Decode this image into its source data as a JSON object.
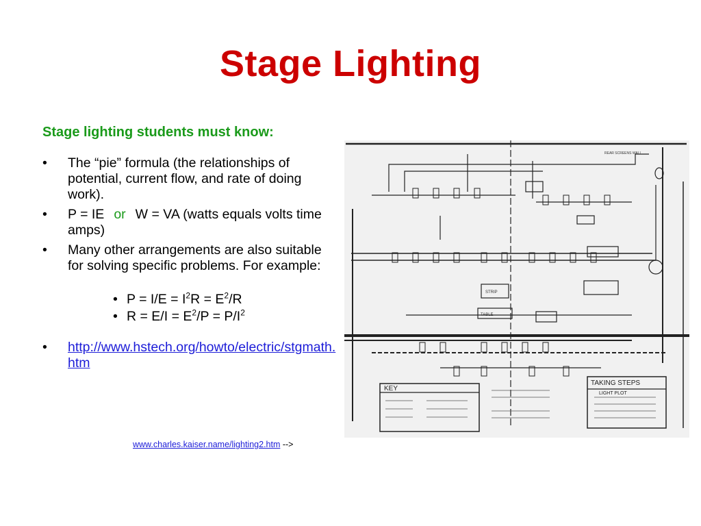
{
  "slide": {
    "title": "Stage Lighting",
    "heading": "Stage lighting students must know:",
    "bullets": [
      {
        "text": "The “pie” formula (the relationships of potential, current flow, and rate of doing work)."
      },
      {
        "pre": "P = IE",
        "or": "or",
        "post": "W = VA (watts equals volts time amps)"
      },
      {
        "text": "Many other arrangements are also suitable for solving specific problems. For example:"
      }
    ],
    "formulas": [
      {
        "parts": [
          "P = I/E = I",
          "2",
          "R = E",
          "2",
          "/R"
        ]
      },
      {
        "parts": [
          "R = E/I = E",
          "2",
          "/P = P/I",
          "2",
          ""
        ]
      }
    ],
    "link": "http://www.hstech.org/howto/electric/stgmath.htm",
    "bullet_char": "•",
    "credit_link": "www.charles.kaiser.name/lighting2.htm",
    "credit_suffix": " -->"
  },
  "drawing": {
    "key_label": "KEY",
    "taking_steps_label": "TAKING STEPS",
    "plot_label": "LIGHT PLOT",
    "back_wall_label": "REAR SCREENS WALL",
    "strip_label": "STRIP",
    "table_label": "TABLE"
  },
  "colors": {
    "title": "#cc0000",
    "heading": "#1a9a1a",
    "link": "#1c1cd8"
  }
}
